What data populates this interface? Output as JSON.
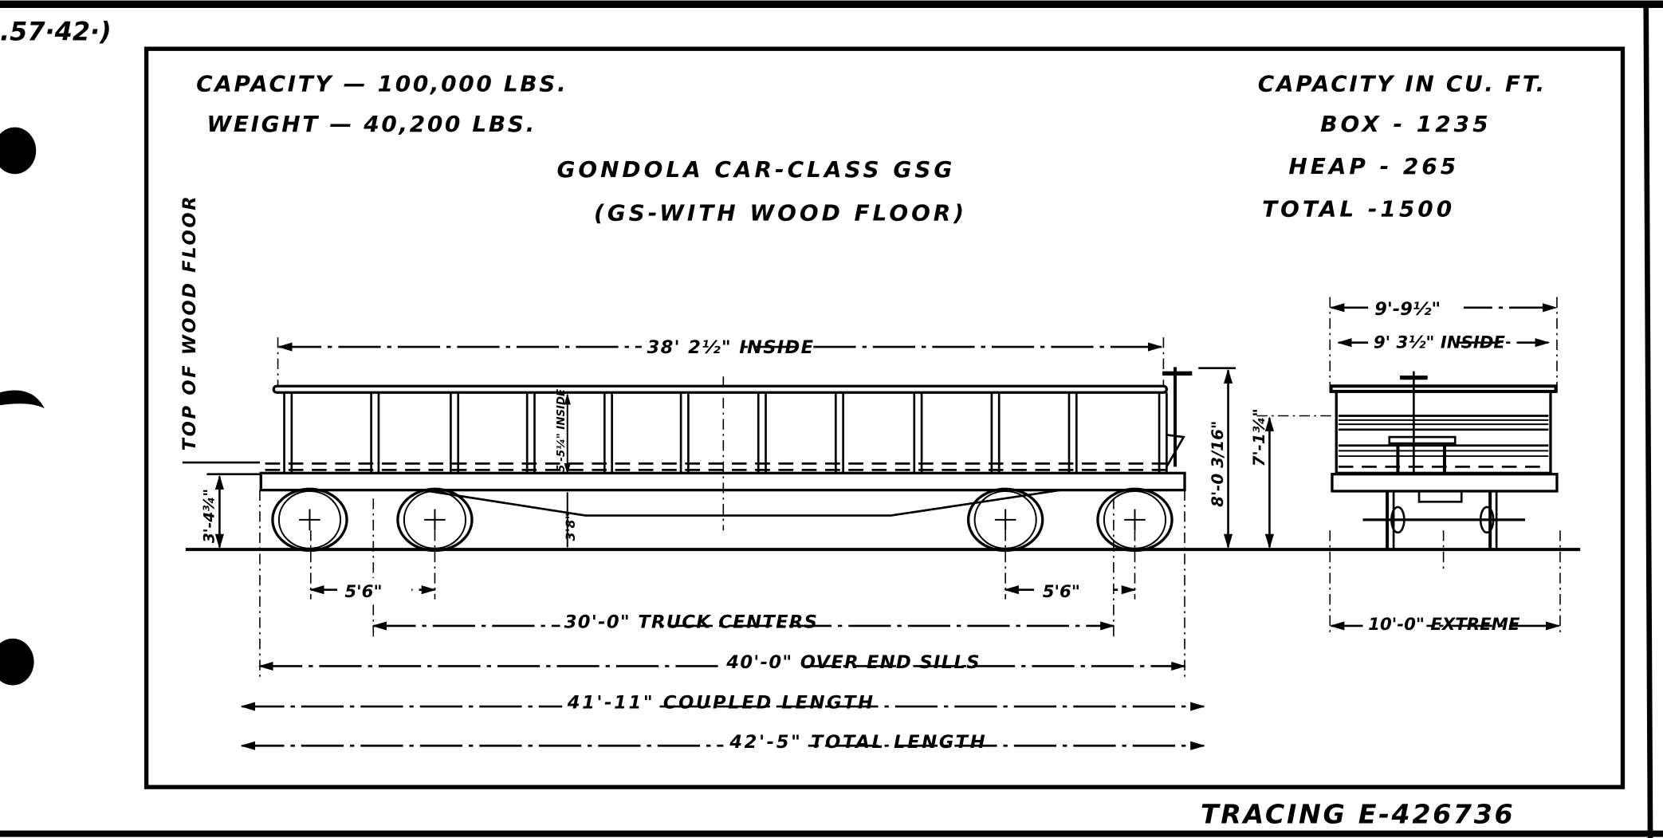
{
  "sheet": {
    "corner_ref": ".57·42·)",
    "tracing": "TRACING  E-426736"
  },
  "specs": {
    "capacity": "CAPACITY — 100,000 LBS.",
    "weight": "WEIGHT — 40,200 LBS.",
    "title": "GONDOLA CAR-CLASS GSG",
    "subtitle": "(GS-WITH WOOD FLOOR)"
  },
  "cubic_capacity": {
    "heading": "CAPACITY  IN CU. FT.",
    "box": "BOX - 1235",
    "heap": "HEAP - 265",
    "total": "TOTAL -1500"
  },
  "side_view": {
    "floor_label": "TOP OF WOOD FLOOR",
    "inside_length": "38' 2½\" INSIDE",
    "inside_height": "5'-5¼\" INSIDE",
    "sill_clearance": "3'8\"",
    "floor_height": "3'-4¾\"",
    "wheelbase_left": "5'6\"",
    "wheelbase_right": "5'6\"",
    "truck_centers": "30'-0\" TRUCK CENTERS",
    "over_end_sills": "40'-0\" OVER END SILLS",
    "coupled_length": "41'-11\" COUPLED LENGTH",
    "total_length": "42'-5\" TOTAL LENGTH",
    "height_brake": "8'-0 3/16\"",
    "height_top": "7'-1¾\""
  },
  "end_view": {
    "outside_width": "9'-9½\"",
    "inside_width": "9' 3½\" INSIDE",
    "extreme_width": "10'-0\" EXTREME"
  }
}
